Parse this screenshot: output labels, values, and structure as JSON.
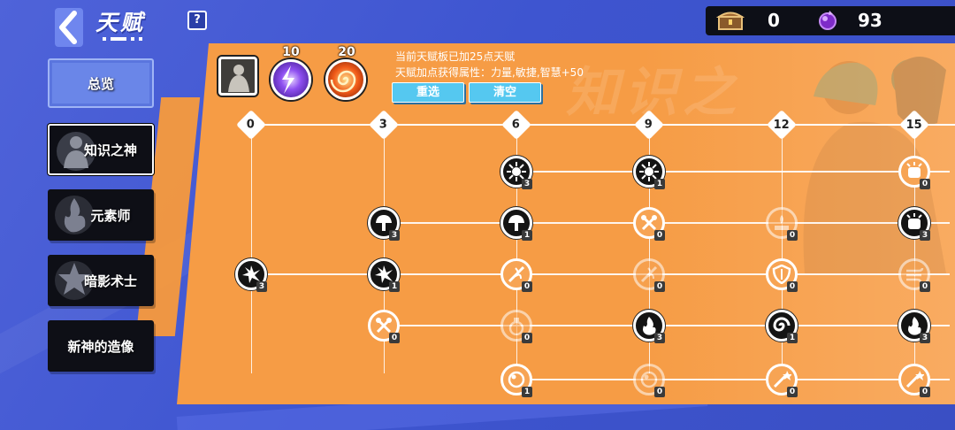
{
  "header": {
    "title": "天赋",
    "help_label": "?"
  },
  "currency": {
    "chest_value": "0",
    "gem_value": "93",
    "gem_color": "#9a3de0"
  },
  "sidebar": {
    "items": [
      {
        "label": "总览"
      },
      {
        "label": "知识之神"
      },
      {
        "label": "元素师"
      },
      {
        "label": "暗影术士"
      },
      {
        "label": "新神的造像"
      }
    ]
  },
  "panel": {
    "watermark": "知识之",
    "skill_counts": [
      "10",
      "20"
    ],
    "info_line1": "当前天赋板已加25点天赋",
    "info_line2": "天赋加点获得属性：力量,敏捷,智慧+50",
    "reset_label": "重选",
    "clear_label": "清空",
    "accent_color": "#f69c45"
  },
  "tiers": [
    "0",
    "3",
    "6",
    "9",
    "12",
    "15"
  ],
  "nodes": [
    {
      "col": 0,
      "row": 3,
      "level": "3",
      "active": true,
      "icon": "shatter-icon"
    },
    {
      "col": 1,
      "row": 2,
      "level": "3",
      "active": true,
      "icon": "mushroom-icon"
    },
    {
      "col": 1,
      "row": 3,
      "level": "1",
      "active": true,
      "icon": "shatter-icon"
    },
    {
      "col": 1,
      "row": 4,
      "level": "0",
      "active": false,
      "icon": "crossed-axes-icon"
    },
    {
      "col": 2,
      "row": 1,
      "level": "3",
      "active": true,
      "icon": "burst-icon"
    },
    {
      "col": 2,
      "row": 2,
      "level": "1",
      "active": true,
      "icon": "mushroom-icon"
    },
    {
      "col": 2,
      "row": 3,
      "level": "0",
      "active": false,
      "icon": "flame-sword-icon"
    },
    {
      "col": 2,
      "row": 4,
      "level": "0",
      "active": false,
      "icon": "potion-icon"
    },
    {
      "col": 2,
      "row": 5,
      "level": "1",
      "active": false,
      "icon": "orb-icon"
    },
    {
      "col": 3,
      "row": 1,
      "level": "1",
      "active": true,
      "icon": "burst-icon"
    },
    {
      "col": 3,
      "row": 2,
      "level": "0",
      "active": false,
      "icon": "crossed-axes-icon"
    },
    {
      "col": 3,
      "row": 3,
      "level": "0",
      "active": false,
      "icon": "flame-sword-icon"
    },
    {
      "col": 3,
      "row": 4,
      "level": "3",
      "active": true,
      "icon": "dark-flame-icon"
    },
    {
      "col": 3,
      "row": 5,
      "level": "0",
      "active": false,
      "icon": "orb-icon"
    },
    {
      "col": 4,
      "row": 2,
      "level": "0",
      "active": false,
      "icon": "altar-icon"
    },
    {
      "col": 4,
      "row": 3,
      "level": "0",
      "active": false,
      "icon": "shield-icon"
    },
    {
      "col": 4,
      "row": 4,
      "level": "1",
      "active": true,
      "icon": "vortex-icon"
    },
    {
      "col": 4,
      "row": 5,
      "level": "0",
      "active": false,
      "icon": "wand-icon"
    },
    {
      "col": 5,
      "row": 1,
      "level": "0",
      "active": false,
      "icon": "fist-icon"
    },
    {
      "col": 5,
      "row": 2,
      "level": "3",
      "active": true,
      "icon": "fist-icon"
    },
    {
      "col": 5,
      "row": 3,
      "level": "0",
      "active": false,
      "icon": "wind-icon"
    },
    {
      "col": 5,
      "row": 4,
      "level": "3",
      "active": true,
      "icon": "dark-flame-icon"
    },
    {
      "col": 5,
      "row": 5,
      "level": "0",
      "active": false,
      "icon": "wand-icon"
    }
  ]
}
